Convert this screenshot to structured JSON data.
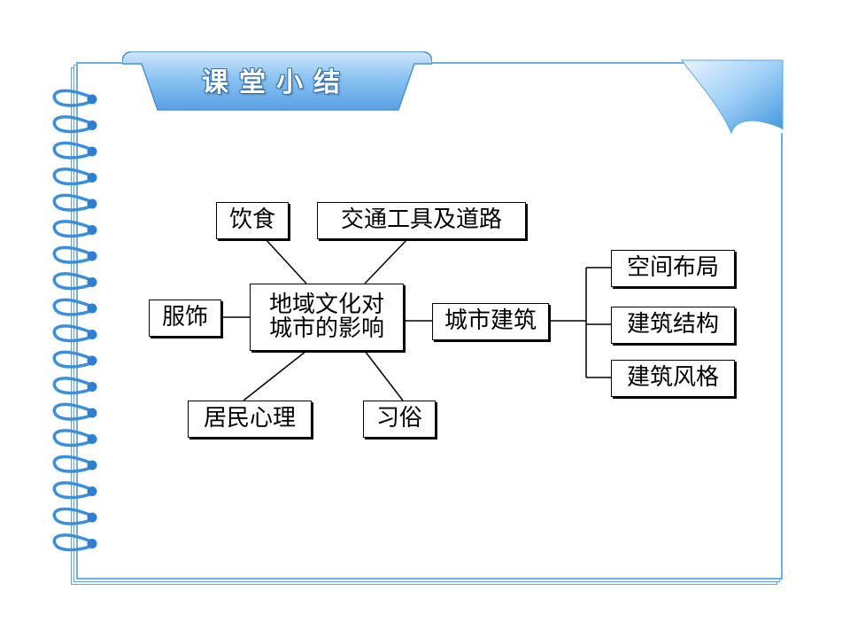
{
  "title": "课堂小结",
  "diagram": {
    "center_lines": [
      "地域文化对",
      "城市的影响"
    ],
    "nodes": {
      "food": "饮食",
      "transport": "交通工具及道路",
      "clothing": "服饰",
      "residents": "居民心理",
      "customs": "习俗",
      "architecture": "城市建筑",
      "layout": "空间布局",
      "structure": "建筑结构",
      "style": "建筑风格"
    }
  },
  "colors": {
    "accent": "#6ab1ec",
    "tab": "#8cc4f2",
    "tab_dark": "#4a90d9",
    "spiral": "#3a8fe0"
  },
  "icons": [
    "spiral-binding-icon",
    "page-curl-icon"
  ]
}
